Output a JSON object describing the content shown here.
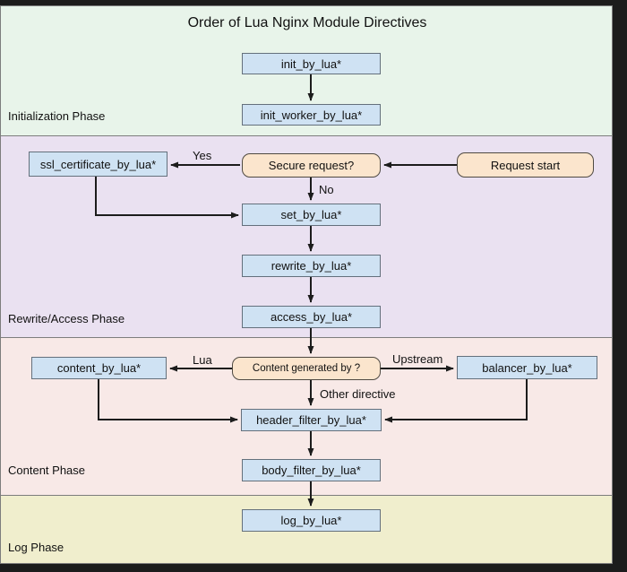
{
  "title": "Order of Lua Nginx Module Directives",
  "phases": [
    {
      "label": "Initialization Phase",
      "color": "#e8f4ea"
    },
    {
      "label": "Rewrite/Access Phase",
      "color": "#eae1f1"
    },
    {
      "label": "Content Phase",
      "color": "#f8e9e7"
    },
    {
      "label": "Log Phase",
      "color": "#f0eecd"
    }
  ],
  "nodes": {
    "init": "init_by_lua*",
    "init_worker": "init_worker_by_lua*",
    "ssl_certificate": "ssl_certificate_by_lua*",
    "secure_request": "Secure request?",
    "request_start": "Request start",
    "set": "set_by_lua*",
    "rewrite": "rewrite_by_lua*",
    "access": "access_by_lua*",
    "content": "content_by_lua*",
    "content_generated": "Content generated by ?",
    "balancer": "balancer_by_lua*",
    "header_filter": "header_filter_by_lua*",
    "body_filter": "body_filter_by_lua*",
    "log": "log_by_lua*"
  },
  "edge_labels": {
    "yes": "Yes",
    "no": "No",
    "lua": "Lua",
    "upstream": "Upstream",
    "other": "Other directive"
  },
  "colors": {
    "process_box_fill": "#cfe2f3",
    "decision_box_fill": "#fbe5cd",
    "arrow": "#1c1c1c",
    "frame": "#1c1c1c"
  }
}
